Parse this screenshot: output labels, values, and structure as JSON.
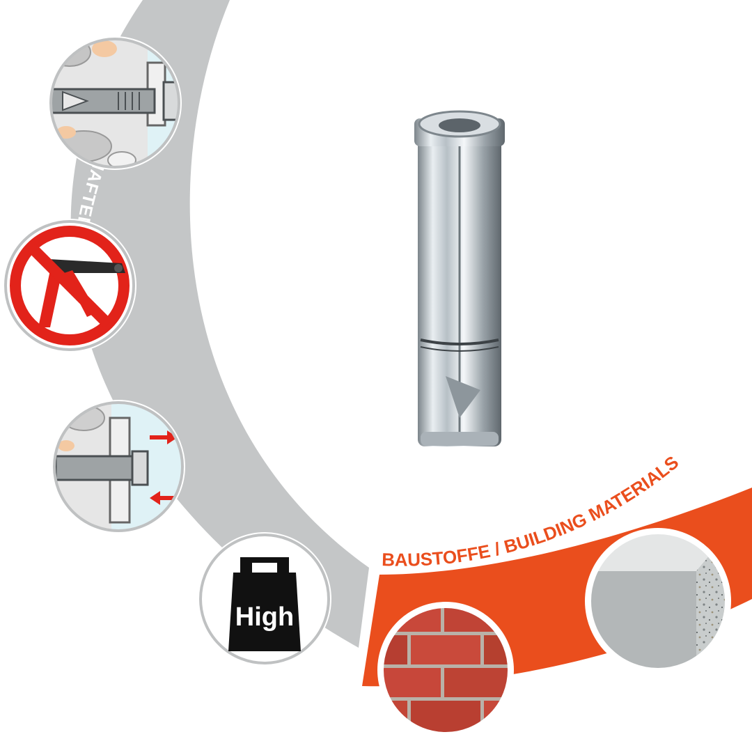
{
  "properties": {
    "label": "EIGENSCHAFTEN / PROPERTIES",
    "band_color": "#c4c6c7",
    "label_color": "#ffffff",
    "icons": [
      {
        "name": "anchor-in-concrete-icon"
      },
      {
        "name": "no-setting-tool-icon"
      },
      {
        "name": "clamping-force-icon"
      },
      {
        "name": "high-load-weight-icon",
        "label": "High"
      }
    ]
  },
  "building_materials": {
    "label": "BAUSTOFFE / BUILDING MATERIALS",
    "band_color": "#ea4e1d",
    "label_color": "#ea4e1d",
    "band_text_color": "#ffffff",
    "items": [
      {
        "name": "brick-material-icon"
      },
      {
        "name": "concrete-material-icon"
      }
    ]
  },
  "product": {
    "name": "steel-expansion-anchor",
    "colors": {
      "metal_light": "#e8ecef",
      "metal_mid": "#aab2b8",
      "metal_dark": "#5c646a"
    }
  },
  "accent_arrow_color": "#e2231a"
}
